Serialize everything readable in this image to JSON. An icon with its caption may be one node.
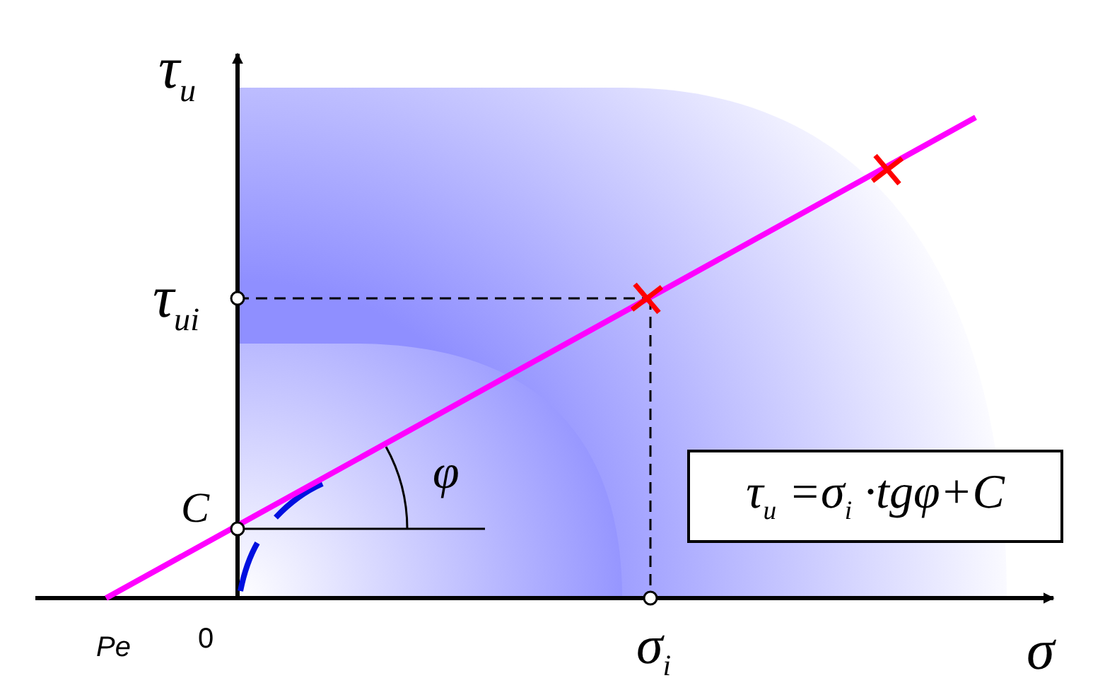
{
  "diagram": {
    "nodes": [
      {
        "text": [
          "τ$_{u}$ =σ$_{i}$ ·tgφ+C"
        ]
      }
    ],
    "labels": [
      "τ$_{u}$",
      "τ$_{u}$$_{i}$",
      "C",
      "φ",
      "Pe",
      "0",
      "σ$_{i}$",
      "σ"
    ]
  }
}
